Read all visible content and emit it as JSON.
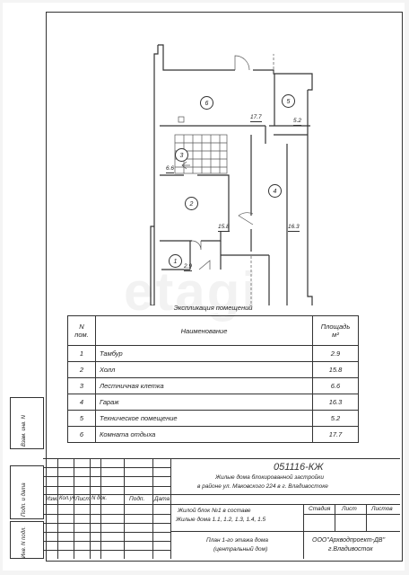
{
  "rooms": [
    {
      "num": "1",
      "area": "2.9"
    },
    {
      "num": "2",
      "area": "15.8"
    },
    {
      "num": "3",
      "area": "6.6"
    },
    {
      "num": "4",
      "area": "16.3"
    },
    {
      "num": "5",
      "area": "5.2"
    },
    {
      "num": "6",
      "area": "17.7"
    }
  ],
  "schedule": {
    "title": "Экспликация помещений",
    "headers": {
      "num": "N пом.",
      "name": "Наименование",
      "area": "Площадь м²"
    },
    "rows": [
      {
        "num": "1",
        "name": "Тамбур",
        "area": "2.9"
      },
      {
        "num": "2",
        "name": "Холл",
        "area": "15.8"
      },
      {
        "num": "3",
        "name": "Лестничная клетка",
        "area": "6.6"
      },
      {
        "num": "4",
        "name": "Гараж",
        "area": "16.3"
      },
      {
        "num": "5",
        "name": "Техническое помещение",
        "area": "5.2"
      },
      {
        "num": "6",
        "name": "Комната отдыха",
        "area": "17.7"
      }
    ]
  },
  "side_stamps": {
    "inv_replace": "Взам. инв. N",
    "sign_date": "Подп. и дата",
    "inv_orig": "Инв. N подл."
  },
  "title_block": {
    "doc_code": "051116-КЖ",
    "project_line1": "Жилые дома блокированной застройки",
    "project_line2": "в районе ул. Маковского 224 в г. Владивостоке",
    "col_izm": "Изм.",
    "col_kol": "Кол.уч",
    "col_list": "Лист",
    "col_ndoc": "N док.",
    "col_podp": "Подп.",
    "col_data": "Дата",
    "part_line1": "Жилой блок №1 в составе",
    "part_line2": "Жилые дома 1.1, 1.2, 1.3, 1.4, 1.5",
    "stage": "Стадия",
    "sheet": "Лист",
    "sheets": "Листов",
    "sheet_title_line1": "План 1-го этажа дома",
    "sheet_title_line2": "(центральный дом)",
    "org_line1": "ООО\"Архводпроект-ДВ\"",
    "org_line2": "г.Владивосток"
  },
  "watermark": "etagi"
}
